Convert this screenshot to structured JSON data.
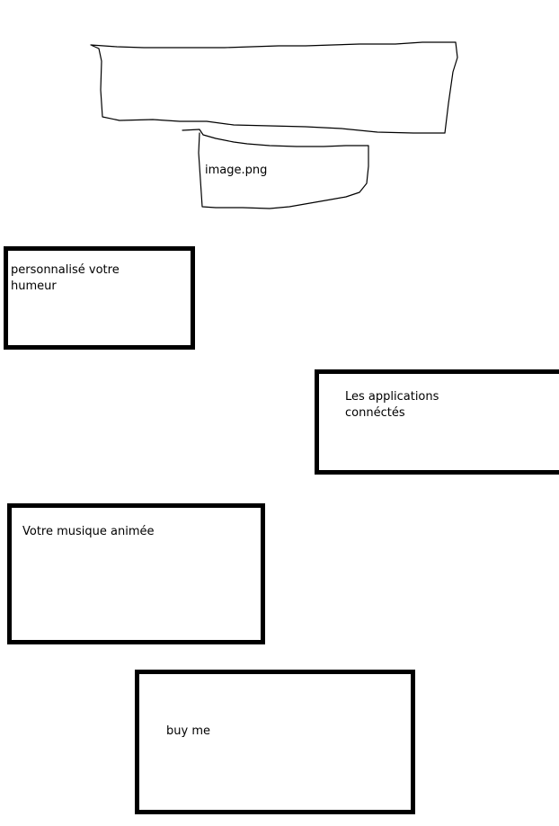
{
  "image_placeholder": {
    "label": "image.png"
  },
  "boxes": {
    "mood": {
      "label": "personnalisé votre\nhumeur"
    },
    "apps": {
      "label": "Les applications\nconnéctés"
    },
    "music": {
      "label": "Votre musique animée"
    },
    "buy": {
      "label": "buy me"
    }
  }
}
